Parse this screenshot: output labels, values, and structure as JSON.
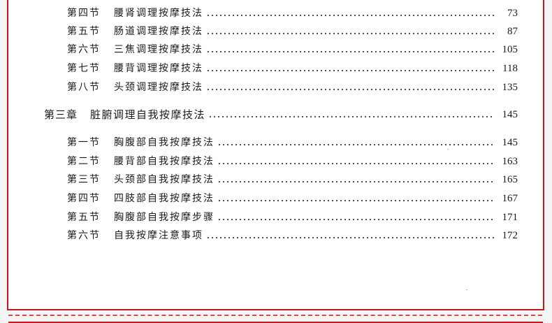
{
  "document": {
    "type": "table-of-contents",
    "colors": {
      "border": "#c8161e",
      "dashed_rule": "#e0434a",
      "outer_background": "#f3f5f5",
      "page_background": "#ffffff",
      "text": "#1a1a1a"
    }
  },
  "toc": {
    "chapter2_sections": [
      {
        "label": "第四节",
        "title": "腰肾调理按摩技法",
        "page": "73"
      },
      {
        "label": "第五节",
        "title": "肠道调理按摩技法",
        "page": "87"
      },
      {
        "label": "第六节",
        "title": "三焦调理按摩技法",
        "page": "105"
      },
      {
        "label": "第七节",
        "title": "腰背调理按摩技法",
        "page": "118"
      },
      {
        "label": "第八节",
        "title": "头颈调理按摩技法",
        "page": "135"
      }
    ],
    "chapter3": {
      "label": "第三章",
      "title": "脏腑调理自我按摩技法",
      "page": "145"
    },
    "chapter3_sections": [
      {
        "label": "第一节",
        "title": "胸腹部自我按摩技法",
        "page": "145"
      },
      {
        "label": "第二节",
        "title": "腰背部自我按摩技法",
        "page": "163"
      },
      {
        "label": "第三节",
        "title": "头颈部自我按摩技法",
        "page": "165"
      },
      {
        "label": "第四节",
        "title": "四肢部自我按摩技法",
        "page": "167"
      },
      {
        "label": "第五节",
        "title": "胸腹部自我按摩步骤",
        "page": "171"
      },
      {
        "label": "第六节",
        "title": "自我按摩注意事项",
        "page": "172"
      }
    ]
  }
}
